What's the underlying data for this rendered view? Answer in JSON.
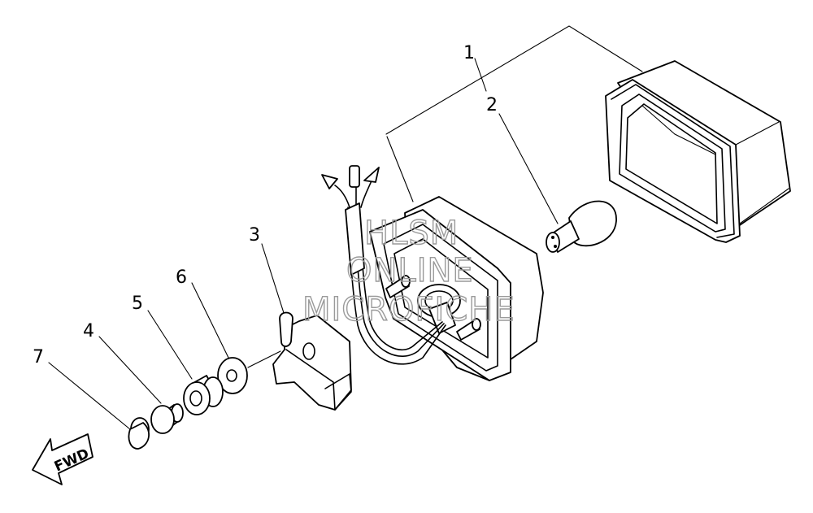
{
  "callouts": {
    "c1": "1",
    "c2": "2",
    "c3": "3",
    "c4": "4",
    "c5": "5",
    "c6": "6",
    "c7": "7"
  },
  "direction_label": "FWD",
  "watermark": {
    "line1": "HLSM",
    "line2": "ONLINE",
    "line3": "MICROFICHE"
  }
}
